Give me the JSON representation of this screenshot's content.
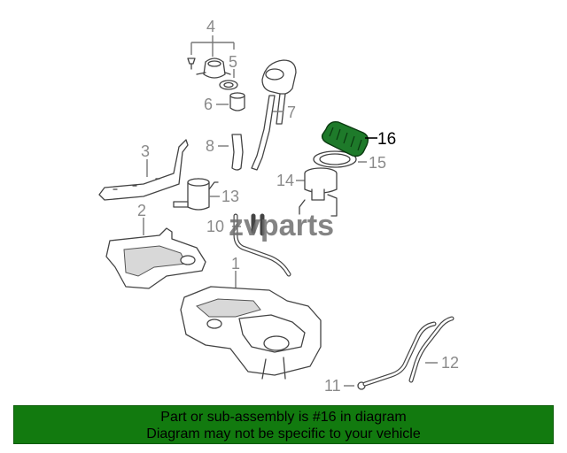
{
  "callouts": {
    "n1": "1",
    "n2": "2",
    "n3": "3",
    "n4": "4",
    "n5": "5",
    "n6": "6",
    "n7": "7",
    "n8": "8",
    "n10": "10",
    "n11": "11",
    "n12": "12",
    "n13": "13",
    "n14": "14",
    "n15": "15",
    "n16": "16"
  },
  "watermark": "zvparts",
  "highlight_color": "#1e7a2a",
  "banner": {
    "line1": "Part or sub-assembly is #16 in diagram",
    "line2": "Diagram may not be specific to your vehicle",
    "bg": "#127a0f"
  }
}
